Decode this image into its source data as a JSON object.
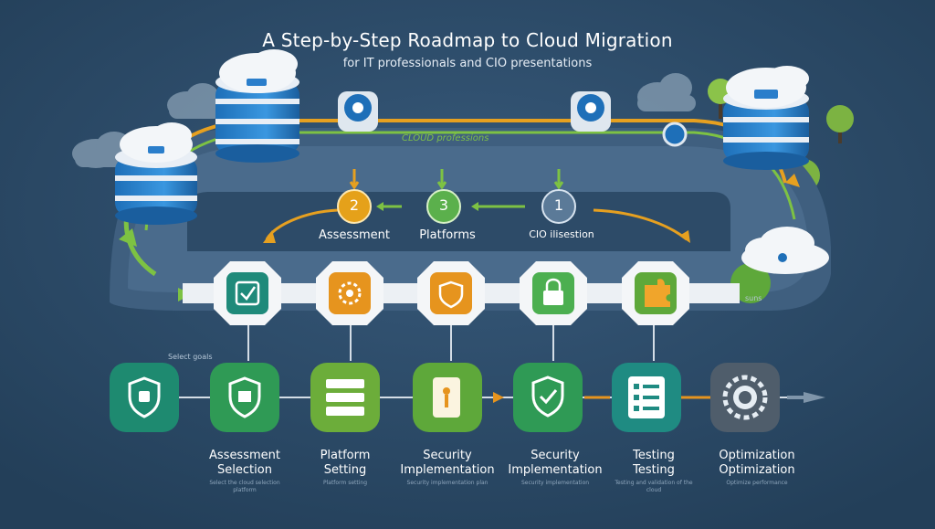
{
  "header": {
    "title": "A Step-by-Step Roadmap to Cloud Migration",
    "subtitle": "for IT professionals and CIO presentations"
  },
  "track": {
    "label": "CLOUD professions"
  },
  "phases": [
    {
      "number": "2",
      "label": "Assessment",
      "color": "#e5a11a"
    },
    {
      "number": "3",
      "label": "Platforms",
      "color": "#5bb04c"
    },
    {
      "number": "1",
      "label": "CIO ilisestion",
      "color": "#5b7a98"
    }
  ],
  "side_note": "Select goals",
  "right_note": "suns",
  "hex_icons": [
    {
      "icon": "checklist-icon",
      "color": "#1f8a7a"
    },
    {
      "icon": "gear-icon",
      "color": "#e6941e"
    },
    {
      "icon": "shield-icon",
      "color": "#e6941e"
    },
    {
      "icon": "lock-icon",
      "color": "#4caf50"
    },
    {
      "icon": "puzzle-icon",
      "color": "#5ea83a"
    }
  ],
  "steps": [
    {
      "icon": "shield-icon",
      "color": "#1e8a70",
      "line1": "Assessment",
      "line2": "Selection",
      "note": "Select the cloud selection platform"
    },
    {
      "icon": "cube-icon",
      "color": "#2f9a55",
      "line1": "Platform",
      "line2": "Setting",
      "note": "Platform setting"
    },
    {
      "icon": "server-icon",
      "color": "#6cad3a",
      "line1": "Security",
      "line2": "Implementation",
      "note": "Security implementation plan"
    },
    {
      "icon": "lock-icon",
      "color": "#2f9a55",
      "line1": "Security",
      "line2": "Implementation",
      "note": "Security implementation"
    },
    {
      "icon": "checklist-icon",
      "color": "#1f8b82",
      "line1": "Testing",
      "line2": "Testing",
      "note": "Testing and validation of the cloud"
    },
    {
      "icon": "gear-icon",
      "color": "#4f5d6b",
      "line1": "Optimization",
      "line2": "Optimization",
      "note": "Optimize performance"
    }
  ]
}
